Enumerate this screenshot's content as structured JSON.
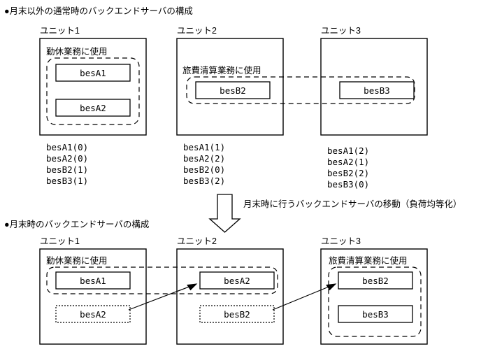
{
  "page": {
    "bullet_glyph": "●"
  },
  "sections": [
    {
      "id": "normal",
      "heading": "●月末以外の通常時のバックエンドサーバの構成",
      "units": [
        {
          "id": "unit1",
          "label": "ユニット1",
          "usage_label": "勤休業務に使用",
          "servers": [
            {
              "name": "besA1",
              "style": "solid"
            },
            {
              "name": "besA2",
              "style": "solid"
            }
          ],
          "list": [
            "besA1(0)",
            "besA2(0)",
            "besB2(1)",
            "besB3(1)"
          ]
        },
        {
          "id": "unit2",
          "label": "ユニット2",
          "usage_label": "旅費清算業務に使用",
          "servers": [
            {
              "name": "besB2",
              "style": "solid"
            }
          ],
          "list": [
            "besA1(1)",
            "besA2(2)",
            "besB2(0)",
            "besB3(2)"
          ]
        },
        {
          "id": "unit3",
          "label": "ユニット3",
          "usage_label": "",
          "servers": [
            {
              "name": "besB3",
              "style": "solid"
            }
          ],
          "list": [
            "besA1(2)",
            "besA2(1)",
            "besB2(2)",
            "besB3(0)"
          ]
        }
      ]
    },
    {
      "id": "month-end",
      "heading": "●月末時のバックエンドサーバの構成",
      "units": [
        {
          "id": "unit1",
          "label": "ユニット1",
          "usage_label": "勤休業務に使用",
          "servers": [
            {
              "name": "besA1",
              "style": "solid"
            },
            {
              "name": "besA2",
              "style": "dotted"
            }
          ],
          "list": []
        },
        {
          "id": "unit2",
          "label": "ユニット2",
          "usage_label": "",
          "servers": [
            {
              "name": "besA2",
              "style": "solid"
            },
            {
              "name": "besB2",
              "style": "dotted"
            }
          ],
          "list": []
        },
        {
          "id": "unit3",
          "label": "ユニット3",
          "usage_label": "旅費清算業務に使用",
          "servers": [
            {
              "name": "besB2",
              "style": "solid"
            },
            {
              "name": "besB3",
              "style": "solid"
            }
          ],
          "list": []
        }
      ]
    }
  ],
  "transition": {
    "annotation": "月末時に行うバックエンドサーバの移動（負荷均等化）"
  },
  "colors": {
    "stroke": "#000000",
    "background": "#ffffff"
  }
}
